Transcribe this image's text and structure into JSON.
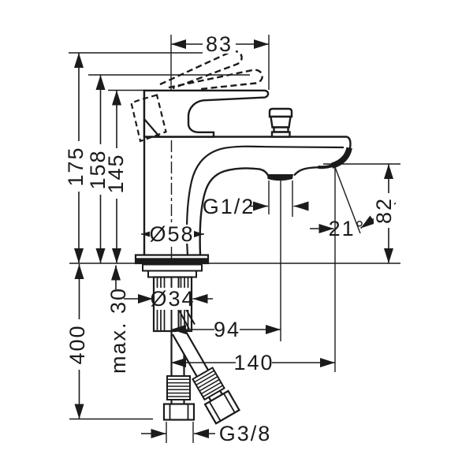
{
  "drawing": {
    "labels": {
      "width_top": "83",
      "height_total": "175",
      "height_handle": "158",
      "height_body": "145",
      "base_diameter": "Ø58",
      "outlet_thread": "G1/2",
      "outlet_height": "82",
      "spout_angle": "21°",
      "max_deck_thickness": "max. 30",
      "shank_diameter": "Ø34",
      "outlet_offset": "94",
      "spout_reach": "140",
      "hose_length": "400",
      "supply_thread": "G3/8"
    },
    "colors": {
      "line": "#1b1b1b",
      "background": "#ffffff"
    }
  }
}
